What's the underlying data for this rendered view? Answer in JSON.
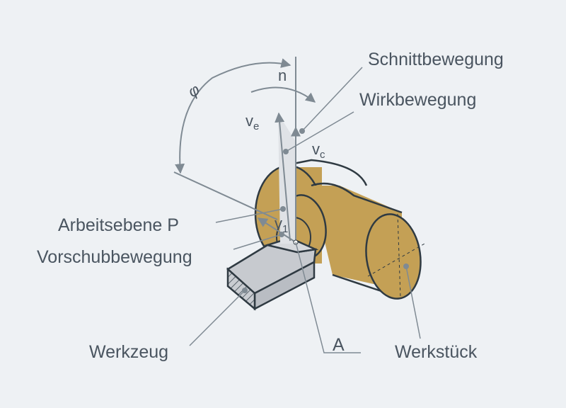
{
  "labels": {
    "cutting_motion": "Schnittbewegung",
    "effective_motion": "Wirkbewegung",
    "working_plane": "Arbeitsebene P",
    "feed_motion": "Vorschubbewegung",
    "tool": "Werkzeug",
    "workpiece": "Werkstück",
    "point_a": "A"
  },
  "symbols": {
    "phi": "φ",
    "n": "n",
    "ve": "v",
    "ve_sub": "e",
    "vc": "v",
    "vc_sub": "c",
    "vf": "v",
    "vf_sub": "1"
  },
  "colors": {
    "background": "#eef1f4",
    "workpiece": "#c4a055",
    "tool": "#c7cacf",
    "line": "#2f3a42",
    "leader": "#7f8a93",
    "text": "#4a5560"
  }
}
